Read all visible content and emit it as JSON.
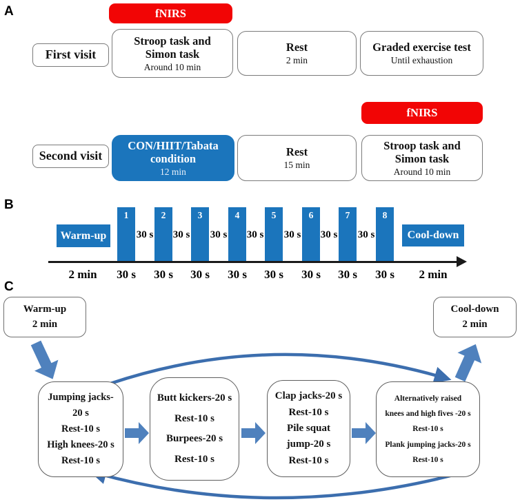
{
  "figure": {
    "panel_a_label": "A",
    "panel_b_label": "B",
    "panel_c_label": "C"
  },
  "colors": {
    "fnirs_red": "#f20505",
    "protocol_blue": "#1b75bc",
    "arrow_blue": "#4f81bd",
    "loop_blue": "#3c6eae"
  },
  "panel_a": {
    "first_visit": {
      "visit_label": "First visit",
      "fnirs_label": "fNIRS",
      "task_box": {
        "line1": "Stroop task and",
        "line2": "Simon task",
        "sub": "Around 10 min"
      },
      "rest_box": {
        "title": "Rest",
        "sub": "2 min"
      },
      "exercise_box": {
        "title": "Graded exercise test",
        "sub": "Until exhaustion"
      }
    },
    "second_visit": {
      "visit_label": "Second visit",
      "fnirs_label": "fNIRS",
      "condition_box": {
        "line1": "CON/HIIT/Tabata",
        "line2": "condition",
        "sub": "12 min"
      },
      "rest_box": {
        "title": "Rest",
        "sub": "15 min"
      },
      "task_box": {
        "line1": "Stroop task and",
        "line2": "Simon task",
        "sub": "Around 10 min"
      }
    }
  },
  "panel_b": {
    "warmup_label": "Warm-up",
    "cooldown_label": "Cool-down",
    "bar_numbers": [
      "1",
      "2",
      "3",
      "4",
      "5",
      "6",
      "7",
      "8"
    ],
    "interval_label": "30 s",
    "below_bar_label": "30 s",
    "below_warmup": "2 min",
    "below_cooldown": "2 min"
  },
  "panel_c": {
    "warmup": {
      "title": "Warm-up",
      "sub": "2 min"
    },
    "cooldown": {
      "title": "Cool-down",
      "sub": "2 min"
    },
    "stations": [
      {
        "lines": [
          "Jumping jacks-",
          "20 s",
          "Rest-10 s",
          "High knees-20 s",
          "Rest-10 s"
        ]
      },
      {
        "lines": [
          "Butt kickers-20 s",
          "Rest-10 s",
          "Burpees-20 s",
          "Rest-10 s"
        ]
      },
      {
        "lines": [
          "Clap jacks-20 s",
          "Rest-10 s",
          "Pile squat",
          "jump-20 s",
          "Rest-10 s"
        ]
      },
      {
        "lines": [
          "Alternatively raised",
          "knees and high fives -20 s",
          "Rest-10 s",
          "Plank jumping jacks-20 s",
          "Rest-10 s"
        ]
      }
    ]
  }
}
